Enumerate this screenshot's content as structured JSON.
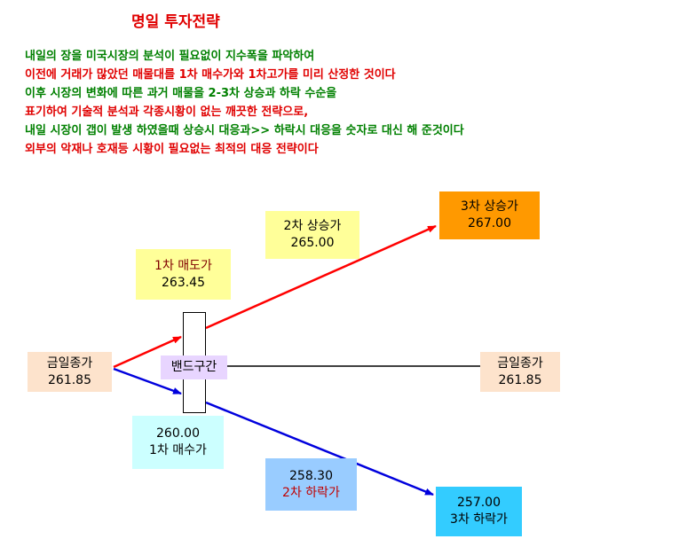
{
  "title": "명일 투자전략",
  "description": [
    {
      "text": "내일의 장을 미국시장의 분석이 필요없이 지수폭을 파악하여",
      "color": "#008000"
    },
    {
      "text": "이전에 거래가 많았던 매물대를 1차 매수가와 1차고가를 미리 산정한 것이다",
      "color": "#e00000"
    },
    {
      "text": "이후 시장의 변화에 따른 과거 매물을 2-3차 상승과 하락 수순을",
      "color": "#008000"
    },
    {
      "text": "표기하여 기술적  분석과 각종시황이 없는 깨끗한 전략으로,",
      "color": "#e00000"
    },
    {
      "text": "내일 시장이 갭이 발생 하였을때 상승시 대응과>> 하락시 대응을 숫자로 대신 해 준것이다",
      "color": "#008000"
    },
    {
      "text": "외부의 악재나 호재등  시황이 필요없는 최적의 대응 전략이다",
      "color": "#e00000"
    }
  ],
  "boxes": {
    "close_left": {
      "label": "금일종가",
      "value": "261.85"
    },
    "close_right": {
      "label": "금일종가",
      "value": "261.85"
    },
    "sell1": {
      "label": "1차 매도가",
      "value": "263.45"
    },
    "up2": {
      "label": "2차 상승가",
      "value": "265.00"
    },
    "up3": {
      "label": "3차 상승가",
      "value": "267.00"
    },
    "buy1": {
      "value": "260.00",
      "label": "1차 매수가"
    },
    "down2": {
      "value": "258.30",
      "label": "2차 하락가"
    },
    "down3": {
      "value": "257.00",
      "label": "3차 하락가"
    },
    "band": {
      "label": "밴드구간"
    }
  },
  "colors": {
    "up_arrow": "#ff0000",
    "down_arrow": "#0000dd",
    "close_line": "#000000"
  }
}
